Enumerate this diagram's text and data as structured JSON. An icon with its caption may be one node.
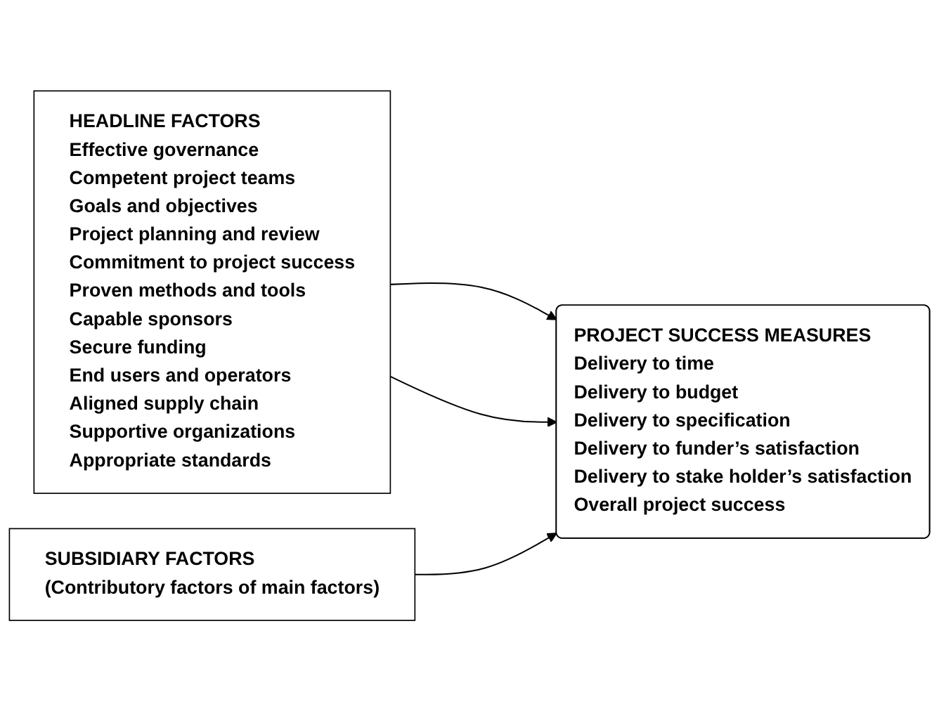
{
  "diagram": {
    "nodes": [
      {
        "text": [
          "HEADLINE FACTORS",
          "Effective governance",
          "Competent project teams",
          "Goals and objectives",
          "Project planning and review",
          "Commitment to project success",
          "Proven methods and tools",
          "Capable sponsors",
          "Secure funding",
          "End users and operators",
          "Aligned supply chain",
          "Supportive organizations",
          "Appropriate standards"
        ]
      },
      {
        "text": [
          "SUBSIDIARY FACTORS",
          "(Contributory factors of main factors)"
        ]
      },
      {
        "text": [
          "PROJECT SUCCESS MEASURES",
          "Delivery to time",
          "Delivery to budget",
          "Delivery to specification",
          "Delivery to funder’s satisfaction",
          "Delivery to stake holder’s satisfaction",
          "Overall project success"
        ]
      }
    ],
    "edges": [
      {
        "from": 0,
        "to": 2,
        "arrow": "to"
      },
      {
        "from": 0,
        "to": 2,
        "arrow": "to"
      },
      {
        "from": 1,
        "to": 2,
        "arrow": "to"
      }
    ]
  }
}
